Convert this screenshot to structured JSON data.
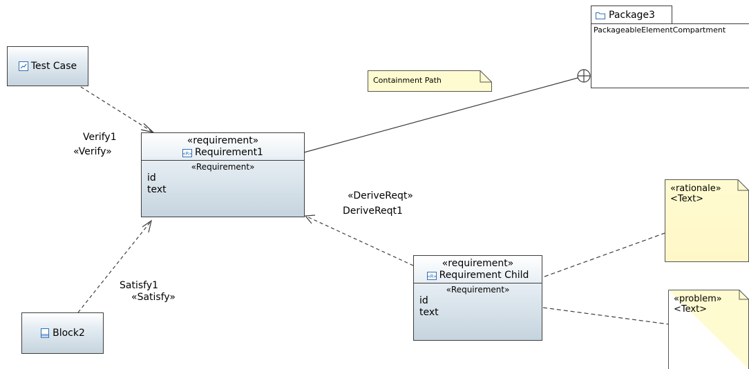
{
  "nodes": {
    "test_case": {
      "name": "Test Case",
      "icon": "test-case-icon"
    },
    "block2": {
      "name": "Block2",
      "icon": "block-icon"
    },
    "requirement1": {
      "stereotype": "«requirement»",
      "name": "Requirement1",
      "icon": "requirement-icon",
      "compartment_stereotype": "«Requirement»",
      "attributes": [
        "id",
        "text"
      ]
    },
    "requirement_child": {
      "stereotype": "«requirement»",
      "name": "Requirement Child",
      "icon": "requirement-icon",
      "compartment_stereotype": "«Requirement»",
      "attributes": [
        "id",
        "text"
      ]
    },
    "package3": {
      "name": "Package3",
      "icon": "package-icon",
      "compartment": "PackageableElementCompartment"
    }
  },
  "notes": {
    "containment_path": "Containment Path",
    "rationale": {
      "stereotype": "«rationale»",
      "text": "<Text>"
    },
    "problem": {
      "stereotype": "«problem»",
      "text": "<Text>"
    }
  },
  "edges": {
    "verify": {
      "name": "Verify1",
      "stereotype": "«Verify»"
    },
    "satisfy": {
      "name": "Satisfy1",
      "stereotype": "«Satisfy»"
    },
    "derive": {
      "stereotype": "«DeriveReqt»",
      "name": "DeriveReqt1"
    }
  },
  "colors": {
    "node_gradient_bottom": "#c6d4de",
    "note_fill": "#fffbd0",
    "line": "#3c3c3c",
    "icon_blue": "#2f6fb8"
  }
}
